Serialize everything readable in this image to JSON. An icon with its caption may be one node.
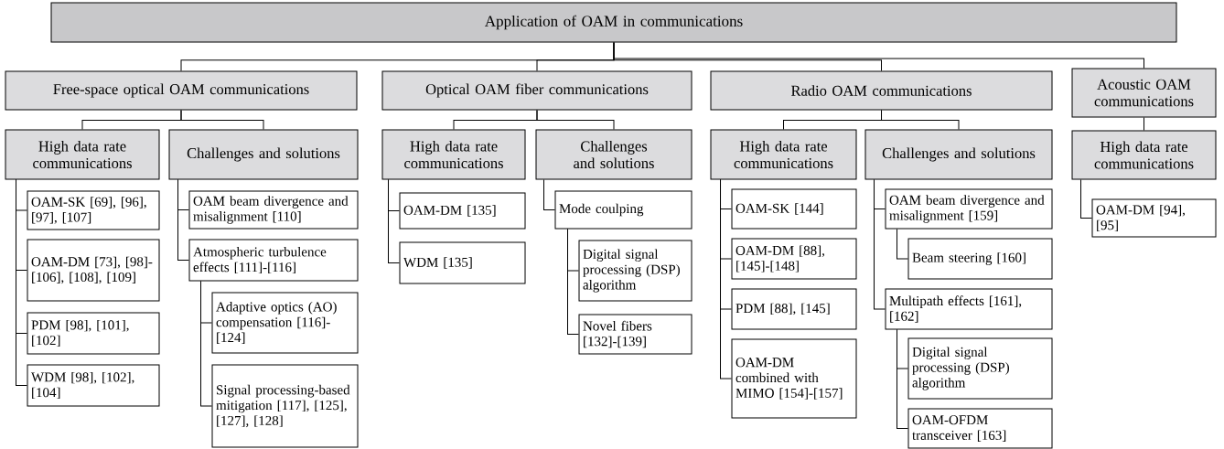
{
  "diagram": {
    "nodes": [
      {
        "text": [
          "Application of OAM in communications"
        ]
      },
      {
        "text": [
          "Free-space optical OAM communications"
        ]
      },
      {
        "text": [
          "Optical OAM fiber communications"
        ]
      },
      {
        "text": [
          "Radio OAM communications"
        ]
      },
      {
        "text": [
          "Acoustic OAM communications"
        ]
      },
      {
        "text": [
          "High data rate communications"
        ]
      },
      {
        "text": [
          "Challenges and solutions"
        ]
      },
      {
        "text": [
          "High data rate communications"
        ]
      },
      {
        "text": [
          "Challenges and solutions"
        ]
      },
      {
        "text": [
          "High data rate communications"
        ]
      },
      {
        "text": [
          "Challenges and solutions"
        ]
      },
      {
        "text": [
          "High data rate communications"
        ]
      },
      {
        "text": [
          "OAM-SK [69], [96], [97], [107]"
        ]
      },
      {
        "text": [
          "OAM-DM [73], [98]-[106], [108], [109]"
        ]
      },
      {
        "text": [
          "PDM [98], [101], [102]"
        ]
      },
      {
        "text": [
          "WDM [98], [102], [104]"
        ]
      },
      {
        "text": [
          "OAM beam divergence and misalignment [110]"
        ]
      },
      {
        "text": [
          "Atmospheric turbulence effects [111]-[116]"
        ]
      },
      {
        "text": [
          "Adaptive optics (AO) compensation [116]-[124]"
        ]
      },
      {
        "text": [
          "Signal processing-based mitigation [117], [125], [127], [128]"
        ]
      },
      {
        "text": [
          "OAM-DM [135]"
        ]
      },
      {
        "text": [
          "WDM [135]"
        ]
      },
      {
        "text": [
          "Mode coulping"
        ]
      },
      {
        "text": [
          "Digital signal processing (DSP) algorithm"
        ]
      },
      {
        "text": [
          "Novel fibers [132]-[139]"
        ]
      },
      {
        "text": [
          "OAM-SK [144]"
        ]
      },
      {
        "text": [
          "OAM-DM [88], [145]-[148]"
        ]
      },
      {
        "text": [
          "PDM [88], [145]"
        ]
      },
      {
        "text": [
          "OAM-DM combined with MIMO [154]-[157]"
        ]
      },
      {
        "text": [
          "OAM beam divergence and misalignment [159]"
        ]
      },
      {
        "text": [
          "Beam steering [160]"
        ]
      },
      {
        "text": [
          "Multipath effects [161], [162]"
        ]
      },
      {
        "text": [
          "Digital signal processing (DSP) algorithm"
        ]
      },
      {
        "text": [
          "OAM-OFDM transceiver [163]"
        ]
      },
      {
        "text": [
          "OAM-DM [94], [95]"
        ]
      }
    ],
    "edges": [
      {
        "from": 0,
        "to": 1,
        "arrow": "none"
      },
      {
        "from": 0,
        "to": 2,
        "arrow": "none"
      },
      {
        "from": 0,
        "to": 3,
        "arrow": "none"
      },
      {
        "from": 0,
        "to": 4,
        "arrow": "none"
      },
      {
        "from": 1,
        "to": 5,
        "arrow": "none"
      },
      {
        "from": 1,
        "to": 6,
        "arrow": "none"
      },
      {
        "from": 2,
        "to": 7,
        "arrow": "none"
      },
      {
        "from": 2,
        "to": 8,
        "arrow": "none"
      },
      {
        "from": 3,
        "to": 9,
        "arrow": "none"
      },
      {
        "from": 3,
        "to": 10,
        "arrow": "none"
      },
      {
        "from": 4,
        "to": 11,
        "arrow": "none"
      },
      {
        "from": 5,
        "to": 12,
        "arrow": "none"
      },
      {
        "from": 5,
        "to": 13,
        "arrow": "none"
      },
      {
        "from": 5,
        "to": 14,
        "arrow": "none"
      },
      {
        "from": 5,
        "to": 15,
        "arrow": "none"
      },
      {
        "from": 6,
        "to": 16,
        "arrow": "none"
      },
      {
        "from": 6,
        "to": 17,
        "arrow": "none"
      },
      {
        "from": 17,
        "to": 18,
        "arrow": "none"
      },
      {
        "from": 17,
        "to": 19,
        "arrow": "none"
      },
      {
        "from": 7,
        "to": 20,
        "arrow": "none"
      },
      {
        "from": 7,
        "to": 21,
        "arrow": "none"
      },
      {
        "from": 8,
        "to": 22,
        "arrow": "none"
      },
      {
        "from": 22,
        "to": 23,
        "arrow": "none"
      },
      {
        "from": 22,
        "to": 24,
        "arrow": "none"
      },
      {
        "from": 9,
        "to": 25,
        "arrow": "none"
      },
      {
        "from": 9,
        "to": 26,
        "arrow": "none"
      },
      {
        "from": 9,
        "to": 27,
        "arrow": "none"
      },
      {
        "from": 9,
        "to": 28,
        "arrow": "none"
      },
      {
        "from": 10,
        "to": 29,
        "arrow": "none"
      },
      {
        "from": 10,
        "to": 31,
        "arrow": "none"
      },
      {
        "from": 29,
        "to": 30,
        "arrow": "none"
      },
      {
        "from": 31,
        "to": 32,
        "arrow": "none"
      },
      {
        "from": 31,
        "to": 33,
        "arrow": "none"
      },
      {
        "from": 11,
        "to": 34,
        "arrow": "none"
      }
    ]
  }
}
